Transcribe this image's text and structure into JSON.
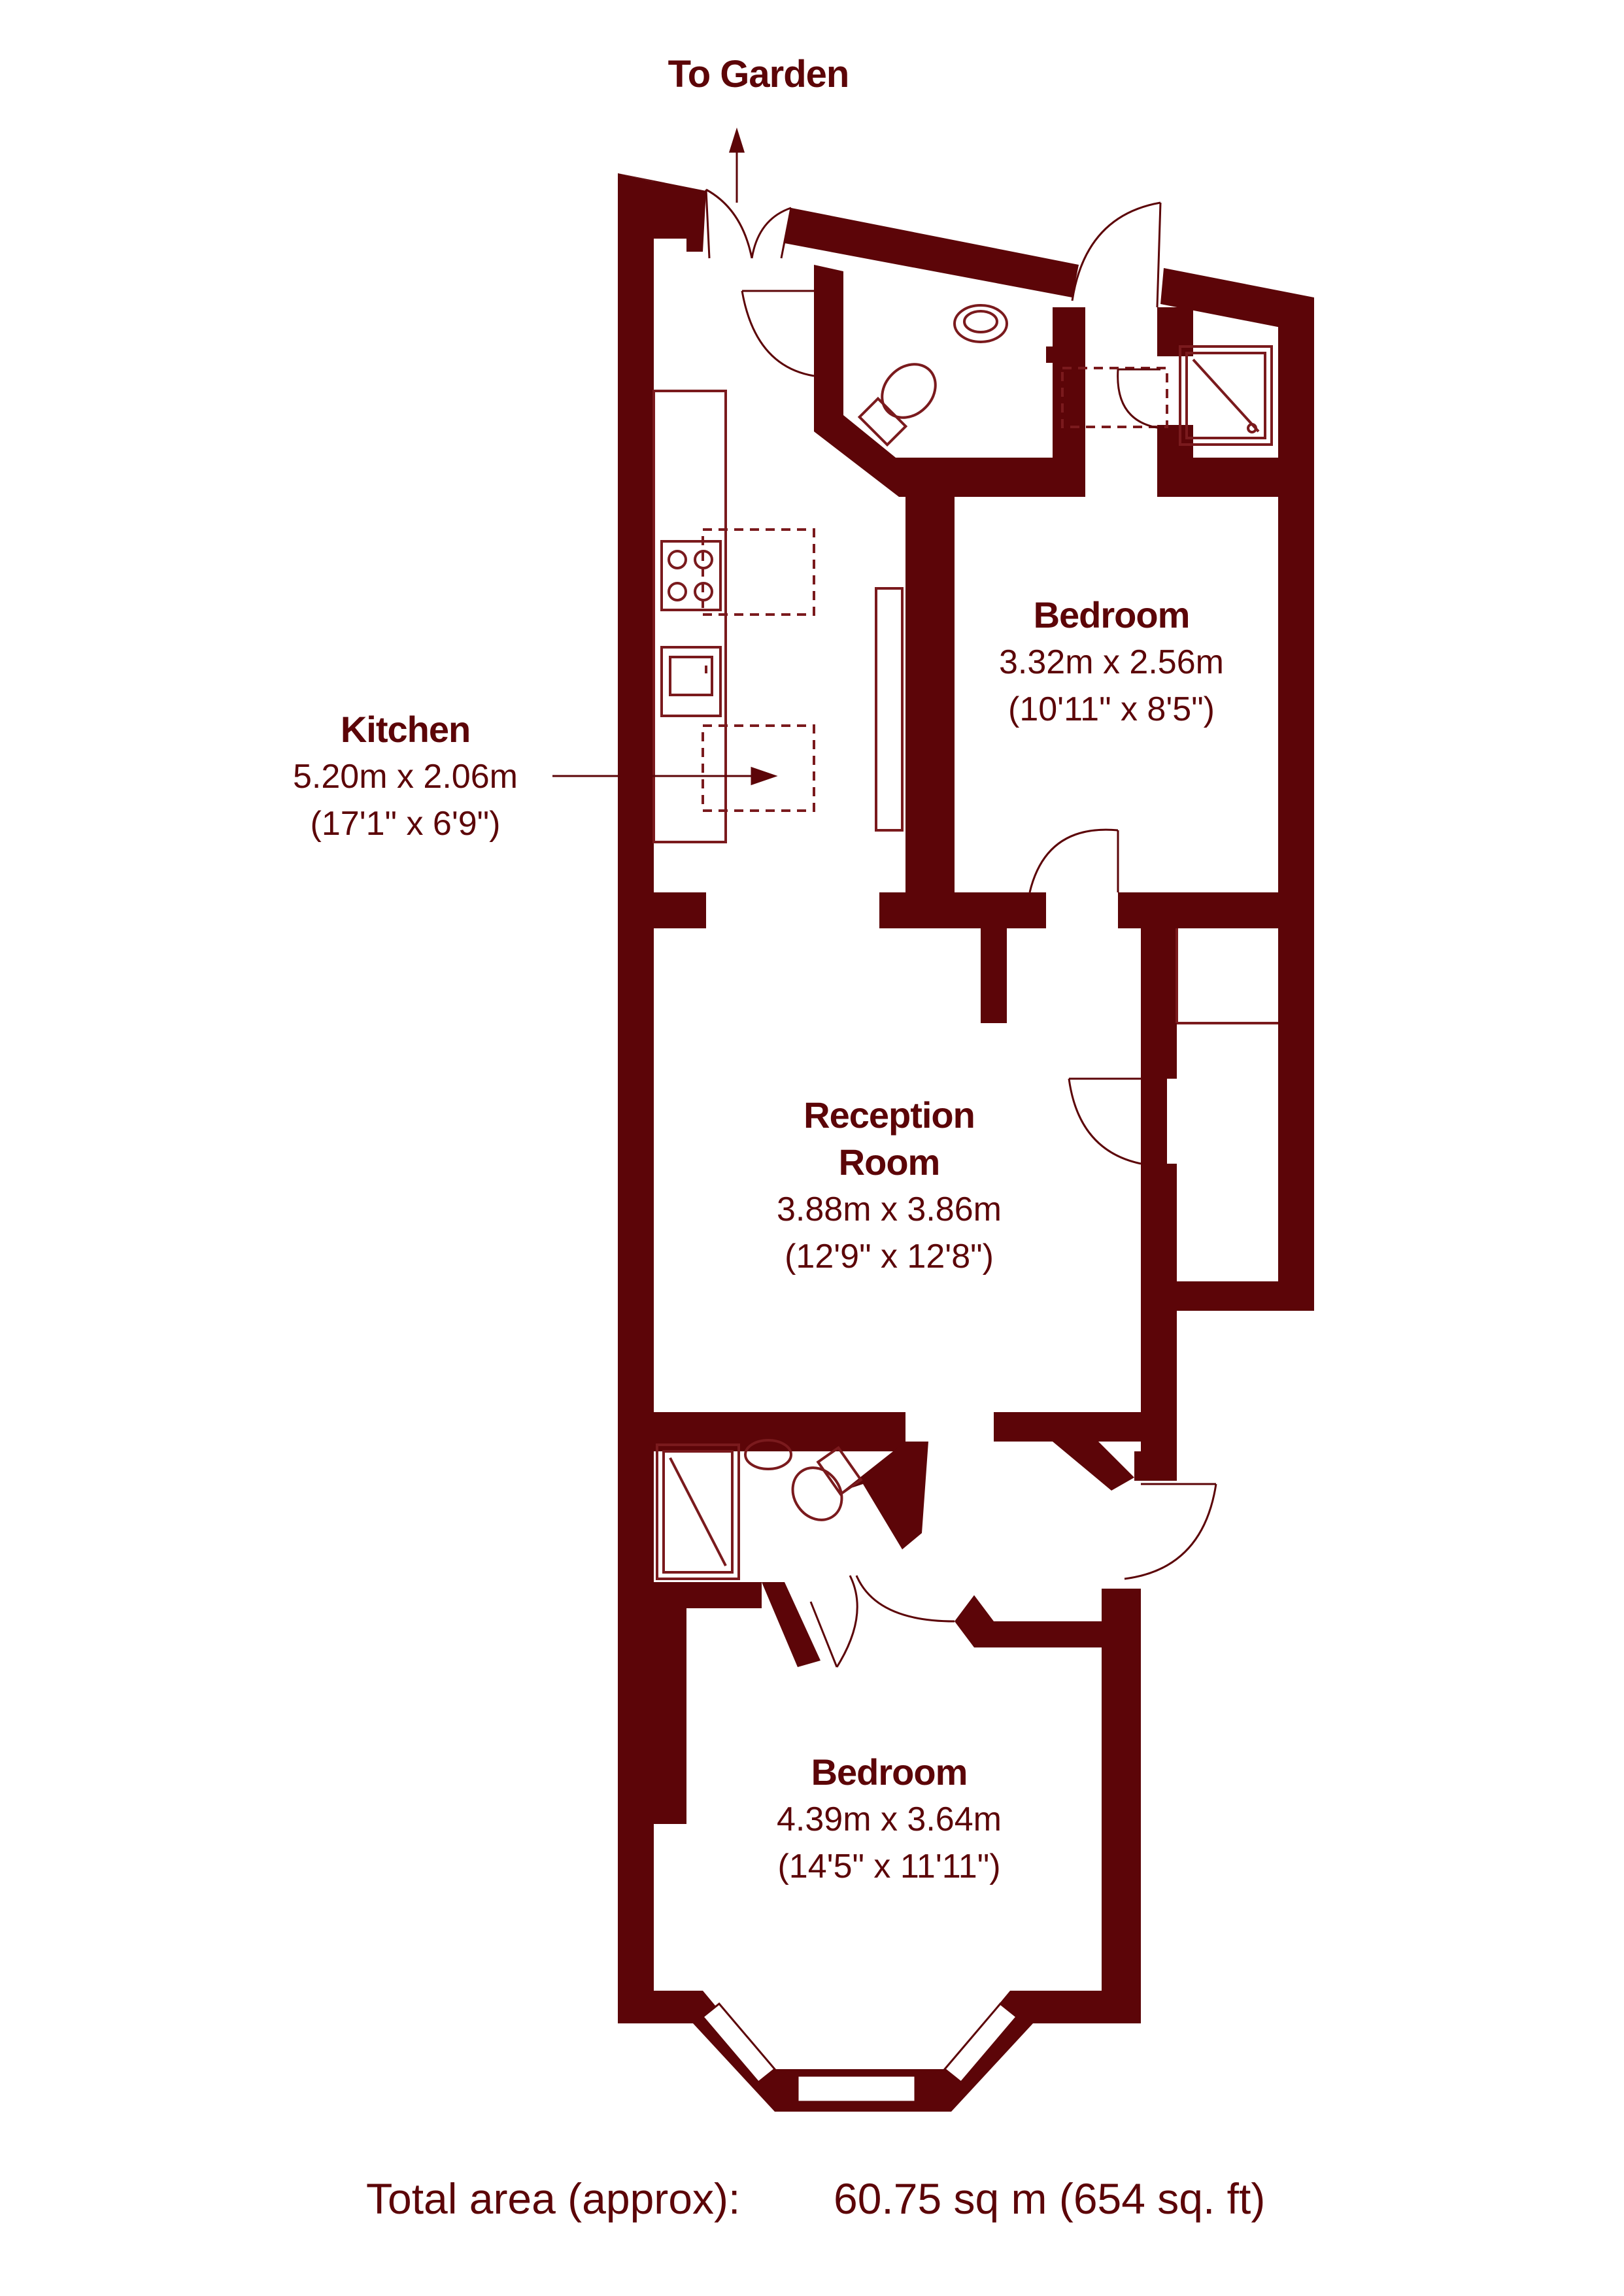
{
  "colors": {
    "wall": "#5c0508",
    "fixture": "#7a1a1d",
    "background": "#ffffff"
  },
  "garden_label": "To Garden",
  "rooms": {
    "bedroom_top": {
      "name": "Bedroom",
      "metric": "3.32m x 2.56m",
      "imperial": "(10'11\" x 8'5\")"
    },
    "kitchen": {
      "name": "Kitchen",
      "metric": "5.20m x 2.06m",
      "imperial": "(17'1\" x 6'9\")"
    },
    "reception": {
      "name_line1": "Reception",
      "name_line2": "Room",
      "metric": "3.88m x 3.86m",
      "imperial": "(12'9\" x 12'8\")"
    },
    "bedroom_bottom": {
      "name": "Bedroom",
      "metric": "4.39m x 3.64m",
      "imperial": "(14'5\" x 11'11\")"
    }
  },
  "total": {
    "label": "Total area (approx):",
    "value": "60.75 sq m (654 sq. ft)"
  }
}
